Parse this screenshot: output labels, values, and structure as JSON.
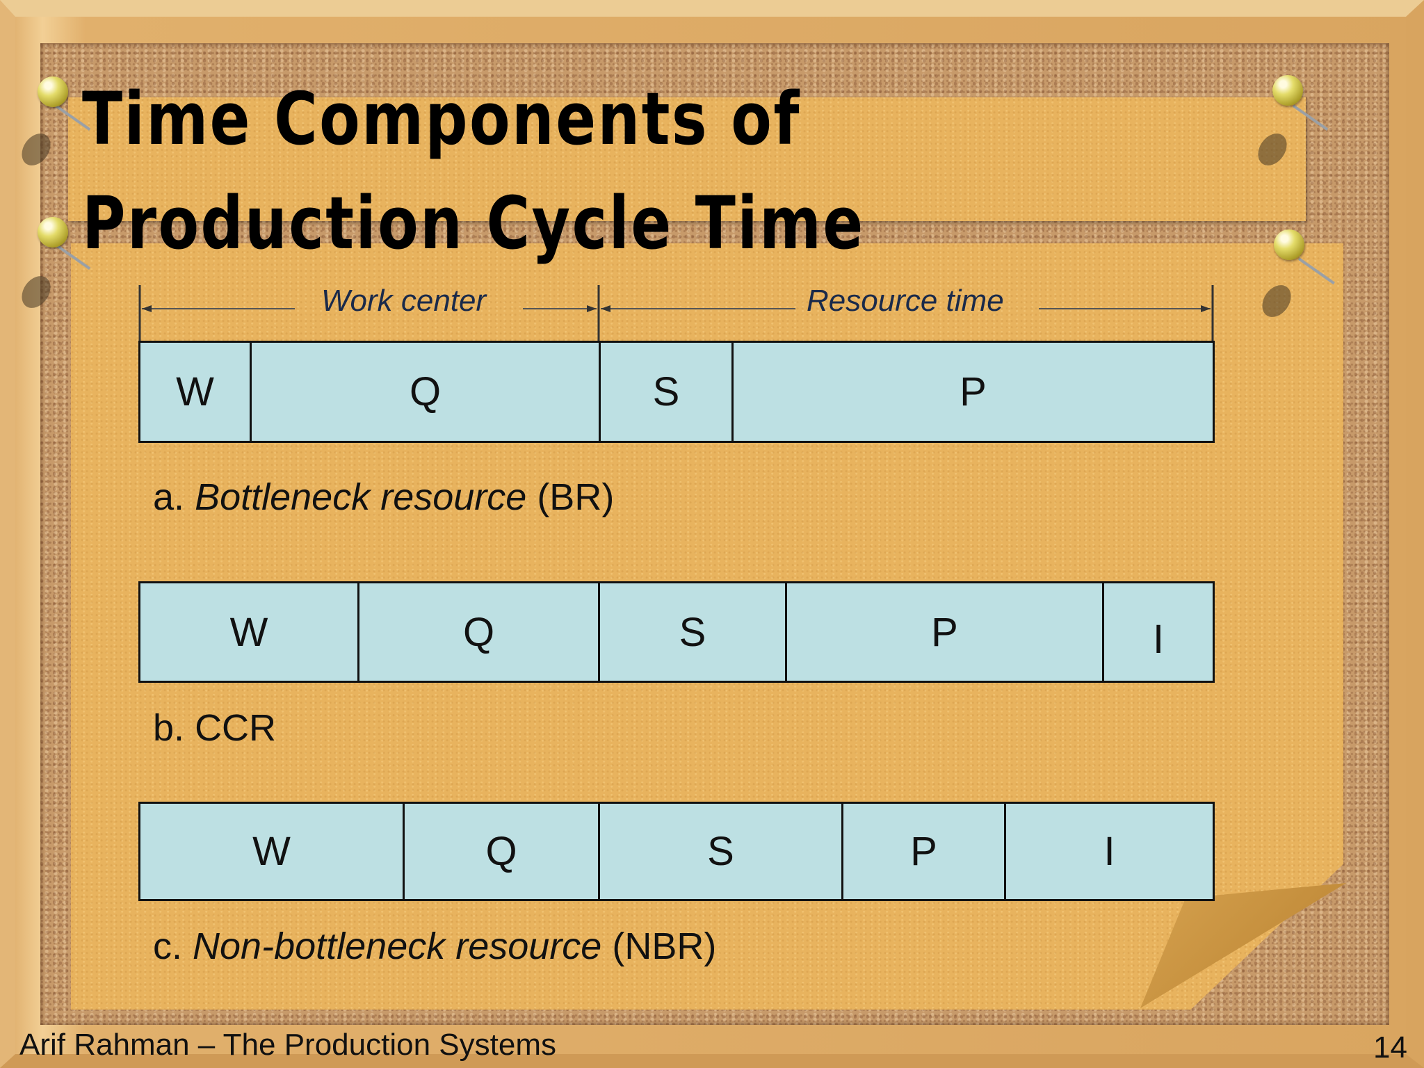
{
  "title": "Time Components of Production Cycle Time",
  "spans": {
    "work_center": "Work center",
    "resource_time": "Resource time"
  },
  "diagrams": [
    {
      "cells": [
        "W",
        "Q",
        "S",
        "P"
      ],
      "caption_prefix": "a.",
      "caption_italic": "Bottleneck resource",
      "caption_suffix": "(BR)"
    },
    {
      "cells": [
        "W",
        "Q",
        "S",
        "P",
        "I"
      ],
      "caption_prefix": "b.",
      "caption_italic": "",
      "caption_suffix": "CCR"
    },
    {
      "cells": [
        "W",
        "Q",
        "S",
        "P",
        "I"
      ],
      "caption_prefix": "c.",
      "caption_italic": "Non-bottleneck resource",
      "caption_suffix": "(NBR)"
    }
  ],
  "footer": {
    "author": "Arif Rahman – The Production Systems",
    "page": "14"
  },
  "colors": {
    "bar_fill": "#bde0e3",
    "note": "#e8b35e",
    "cork": "#c79a6a"
  }
}
